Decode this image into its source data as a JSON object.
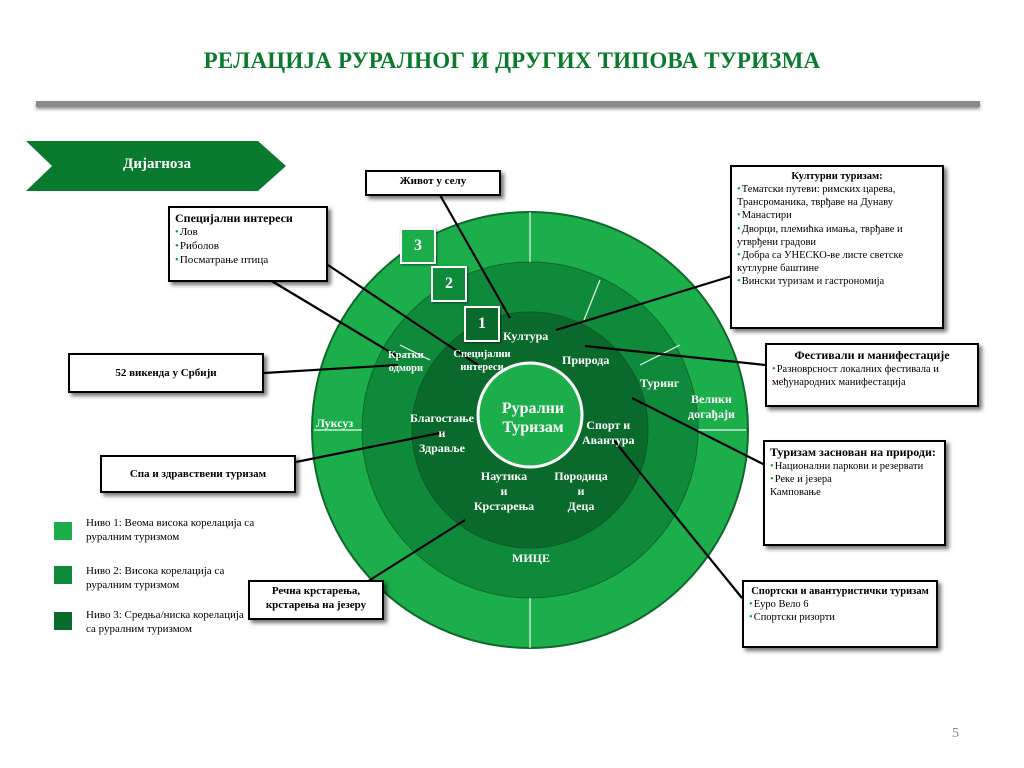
{
  "title": "РЕЛАЦИЈА РУРАЛНОГ И ДРУГИХ ТИПОВА ТУРИЗМА",
  "banner": "Дијагноза",
  "colors": {
    "title_green": "#0a7a2e",
    "level1": "#1cae4a",
    "level2": "#0f8a3a",
    "level3": "#0a6a2c"
  },
  "levels": [
    "3",
    "2",
    "1"
  ],
  "center": {
    "line1": "Рурални",
    "line2": "Туризам"
  },
  "segments": {
    "kultura": "Култура",
    "priroda": "Природа",
    "turing": "Туринг",
    "veliki_line1": "Велики",
    "veliki_line2": "догађаји",
    "sport_line1": "Спорт и",
    "sport_line2": "Авантура",
    "porodica_line1": "Породица",
    "porodica_line2": "и",
    "porodica_line3": "Деца",
    "nautika_line1": "Наутика",
    "nautika_line2": "и",
    "nautika_line3": "Крстарења",
    "blago_line1": "Благостање",
    "blago_line2": "и",
    "blago_line3": "Здравље",
    "luksuz": "Луксуз",
    "kratki_line1": "Кратки",
    "kratki_line2": "одмори",
    "spec_line1": "Специјални",
    "spec_line2": "интереси",
    "mice": "МИЦЕ"
  },
  "boxes": {
    "zivot": "Живот у селу",
    "specijalni": {
      "heading": "Специјални интереси",
      "items": [
        "Лов",
        "Риболов",
        "Посматрање птица"
      ]
    },
    "vikenda": "52 викенда у Србији",
    "spa": "Спа и здравствени туризам",
    "recna_line1": "Речна крстарења,",
    "recna_line2": "крстарења на језеру",
    "kulturni": {
      "heading": "Културни туризам:",
      "items": [
        "Тематски путеви: римских царева, Трансроманика, тврђаве на Дунаву",
        "Манастири",
        "Дворци, племићка имања, тврђаве и утврђени градови",
        "Добра са УНЕСКО-ве листе светске кутлурне баштине",
        "Вински туризам и гастрономија"
      ]
    },
    "festivali": {
      "heading": "Фестивали и манифестације",
      "item": "Разноврсност локалних фестивала и међународних манифестација"
    },
    "priroda": {
      "heading": "Туризам заснован на природи:",
      "items": [
        "Национални паркови и резервати",
        "Реке и језера"
      ],
      "extra": "Камповање"
    },
    "sportski": {
      "heading": "Спортски и авантуристички туризам",
      "items": [
        "Еуро Вело 6",
        "Спортски ризорти"
      ]
    }
  },
  "legend": [
    {
      "label": "Ниво 1: Веома висока корелација са руралним туризмом",
      "color": "#1cae4a"
    },
    {
      "label": "Ниво 2: Висока корелација са руралним туризмом",
      "color": "#0f8a3a"
    },
    {
      "label": "Ниво 3: Средња/ниска корелација са руралним туризмом",
      "color": "#0a6a2c"
    }
  ],
  "page_number": "5"
}
